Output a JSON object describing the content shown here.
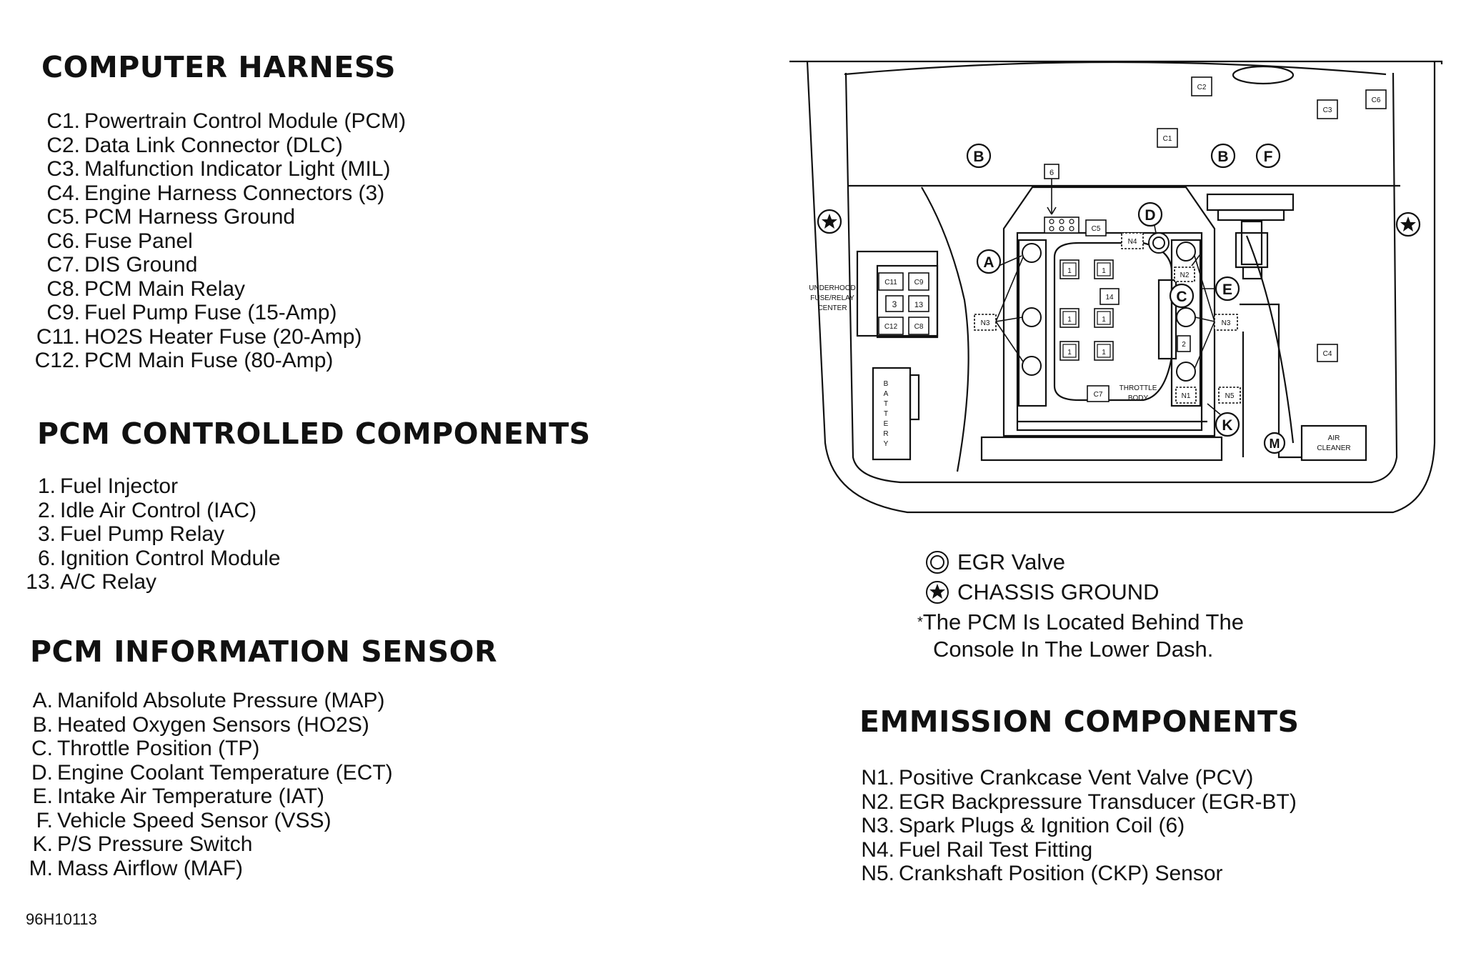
{
  "sections": {
    "computer_harness": {
      "title": "COMPUTER HARNESS",
      "items": [
        {
          "code": "C1.",
          "text": "Powertrain Control Module (PCM)"
        },
        {
          "code": "C2.",
          "text": "Data Link Connector (DLC)"
        },
        {
          "code": "C3.",
          "text": "Malfunction Indicator Light (MIL)"
        },
        {
          "code": "C4.",
          "text": "Engine Harness Connectors (3)"
        },
        {
          "code": "C5.",
          "text": "PCM Harness Ground"
        },
        {
          "code": "C6.",
          "text": "Fuse Panel"
        },
        {
          "code": "C7.",
          "text": "DIS Ground"
        },
        {
          "code": "C8.",
          "text": "PCM Main Relay"
        },
        {
          "code": "C9.",
          "text": "Fuel Pump Fuse (15-Amp)"
        },
        {
          "code": "C11.",
          "text": "HO2S Heater Fuse (20-Amp)"
        },
        {
          "code": "C12.",
          "text": "PCM Main Fuse (80-Amp)"
        }
      ]
    },
    "pcm_controlled": {
      "title": "PCM CONTROLLED COMPONENTS",
      "items": [
        {
          "code": "1.",
          "text": "Fuel Injector"
        },
        {
          "code": "2.",
          "text": "Idle Air Control (IAC)"
        },
        {
          "code": "3.",
          "text": "Fuel Pump Relay"
        },
        {
          "code": "6.",
          "text": "Ignition Control Module"
        },
        {
          "code": "13.",
          "text": "A/C Relay"
        }
      ]
    },
    "pcm_information": {
      "title": "PCM INFORMATION SENSOR",
      "items": [
        {
          "code": "A.",
          "text": "Manifold Absolute Pressure (MAP)"
        },
        {
          "code": "B.",
          "text": "Heated Oxygen Sensors (HO2S)"
        },
        {
          "code": "C.",
          "text": "Throttle Position (TP)"
        },
        {
          "code": "D.",
          "text": "Engine Coolant Temperature (ECT)"
        },
        {
          "code": "E.",
          "text": "Intake Air Temperature (IAT)"
        },
        {
          "code": "F.",
          "text": "Vehicle Speed Sensor (VSS)"
        },
        {
          "code": "K.",
          "text": "P/S Pressure Switch"
        },
        {
          "code": "M.",
          "text": "Mass Airflow (MAF)"
        }
      ]
    },
    "emission": {
      "title": "EMMISSION COMPONENTS",
      "items": [
        {
          "code": "N1.",
          "text": "Positive Crankcase Vent Valve (PCV)"
        },
        {
          "code": "N2.",
          "text": "EGR Backpressure Transducer (EGR-BT)"
        },
        {
          "code": "N3.",
          "text": "Spark Plugs & Ignition Coil (6)"
        },
        {
          "code": "N4.",
          "text": "Fuel Rail Test Fitting"
        },
        {
          "code": "N5.",
          "text": "Crankshaft Position (CKP) Sensor"
        }
      ]
    }
  },
  "legend": {
    "egr_valve": "EGR Valve",
    "chassis_ground": "CHASSIS GROUND",
    "note_star": "*",
    "note_line1": "The PCM Is Located Behind The",
    "note_line2": "Console In The Lower Dash."
  },
  "figure_id": "96H10113",
  "diagram": {
    "underhood_line1": "UNDERHOOD",
    "underhood_line2": "FUSE/RELAY",
    "underhood_line3": "CENTER",
    "battery": [
      "B",
      "A",
      "T",
      "T",
      "E",
      "R",
      "Y"
    ],
    "throttle_line1": "THROTTLE",
    "throttle_line2": "BODY",
    "air_line1": "AIR",
    "air_line2": "CLEANER",
    "callouts": {
      "a": "A",
      "b": "B",
      "c": "C",
      "d": "D",
      "e": "E",
      "f": "F",
      "k": "K",
      "m": "M"
    },
    "boxes": {
      "c1": "C1",
      "c2": "C2",
      "c3": "C3",
      "c4": "C4",
      "c5": "C5",
      "c6": "C6",
      "c7": "C7",
      "c8": "C8",
      "c9": "C9",
      "c11": "C11",
      "c12": "C12",
      "b3": "3",
      "b13": "13",
      "b6": "6",
      "b14": "14",
      "b1": "1",
      "b2": "2",
      "n1": "N1",
      "n2": "N2",
      "n3": "N3",
      "n4": "N4",
      "n5": "N5"
    }
  }
}
